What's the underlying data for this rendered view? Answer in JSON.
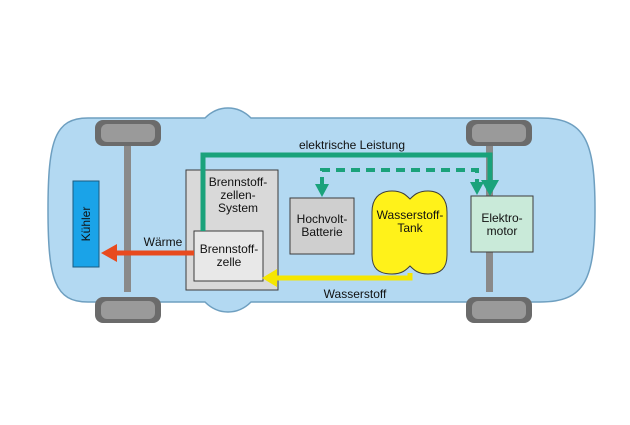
{
  "labels": {
    "power": "elektrische Leistung",
    "heat": "Wärme",
    "hydrogen": "Wasserstoff",
    "cooler": "Kühler",
    "fc_system": "Brennstoff-\nzellen-\nSystem",
    "fc_cell": "Brennstoff-\nzelle",
    "battery": "Hochvolt-\nBatterie",
    "tank": "Wasserstoff-\nTank",
    "motor": "Elektro-\nmotor"
  },
  "colors": {
    "car_body": "#b3d9f2",
    "car_outline": "#6e9fc0",
    "cooler": "#1aa3e8",
    "fc_system": "#d9d9d9",
    "fc_cell": "#e8e8e8",
    "battery": "#cfcfcf",
    "tank": "#fff21a",
    "motor": "#c9ead9",
    "power_line": "#1aa27b",
    "heat_arrow": "#e84a1e",
    "hydrogen_line": "#f5e600",
    "tire": "#6b6b6b",
    "axle": "#8a8a8a"
  }
}
